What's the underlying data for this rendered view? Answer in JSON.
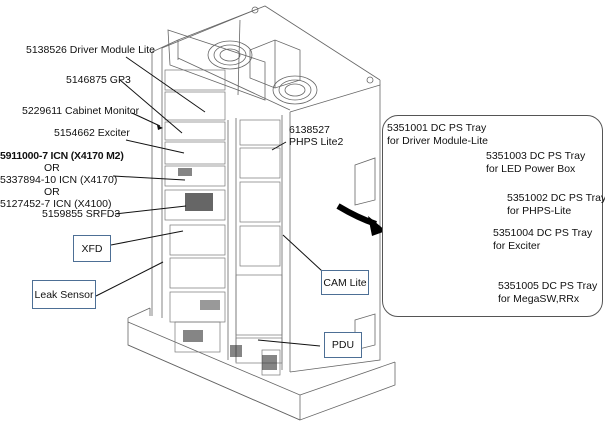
{
  "diagram": {
    "subject": "Transmitter cabinet exploded component diagram",
    "cabinet_callouts": [
      {
        "id": "driver-module-lite",
        "text": "5138526 Driver Module Lite"
      },
      {
        "id": "gp3",
        "text": "5146875 GP3"
      },
      {
        "id": "cabinet-monitor",
        "text": "5229611 Cabinet Monitor"
      },
      {
        "id": "exciter",
        "text": "5154662 Exciter"
      },
      {
        "id": "srfd3",
        "text": "5159855 SRFD3"
      }
    ],
    "icn_options": {
      "line1": "5911000-7 ICN (X4170 M2)",
      "or1": "OR",
      "line2": "5337894-10  ICN (X4170)",
      "or2": "OR",
      "line3": "5127452-7  ICN (X4100)"
    },
    "phps": {
      "line1": "6138527",
      "line2": "PHPS Lite2"
    },
    "boxed_labels": {
      "xfd": "XFD",
      "leak_sensor": "Leak Sensor",
      "cam_lite": "CAM Lite",
      "pdu": "PDU"
    },
    "detail_panel": {
      "trays": [
        {
          "line1": "5351001 DC PS Tray",
          "line2": "for Driver Module-Lite"
        },
        {
          "line1": "5351003 DC PS Tray",
          "line2": "for LED Power Box"
        },
        {
          "line1": "5351002 DC PS Tray",
          "line2": "for PHPS-Lite"
        },
        {
          "line1": "5351004 DC PS Tray",
          "line2": "for Exciter"
        },
        {
          "line1": "5351005 DC PS Tray",
          "line2": "for MegaSW,RRx"
        }
      ]
    },
    "colors": {
      "line": "#111111",
      "box_border": "#4d6f95",
      "drawing": "#555555"
    }
  }
}
